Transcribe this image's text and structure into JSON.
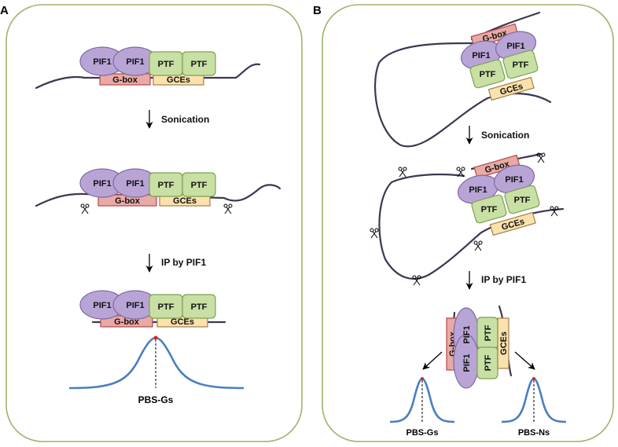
{
  "panels": [
    {
      "id": "A",
      "label": "A"
    },
    {
      "id": "B",
      "label": "B"
    }
  ],
  "labels": {
    "pif": "PIF1",
    "ptf": "PTF",
    "gbox": "G-box",
    "gces": "GCEs"
  },
  "steps": {
    "sonication": "Sonication",
    "ip": "IP by PIF1"
  },
  "peaks": {
    "gs": "PBS-Gs",
    "ns": "PBS-Ns"
  },
  "colors": {
    "pif_fill": "#b8a5d6",
    "ptf_fill": "#c8e0a4",
    "gbox_fill": "#e9a9a4",
    "gces_fill": "#fbe2ac",
    "dna": "#3d3752",
    "peak_curve": "#4a7fc0",
    "panel_border": "#9cb46a"
  }
}
